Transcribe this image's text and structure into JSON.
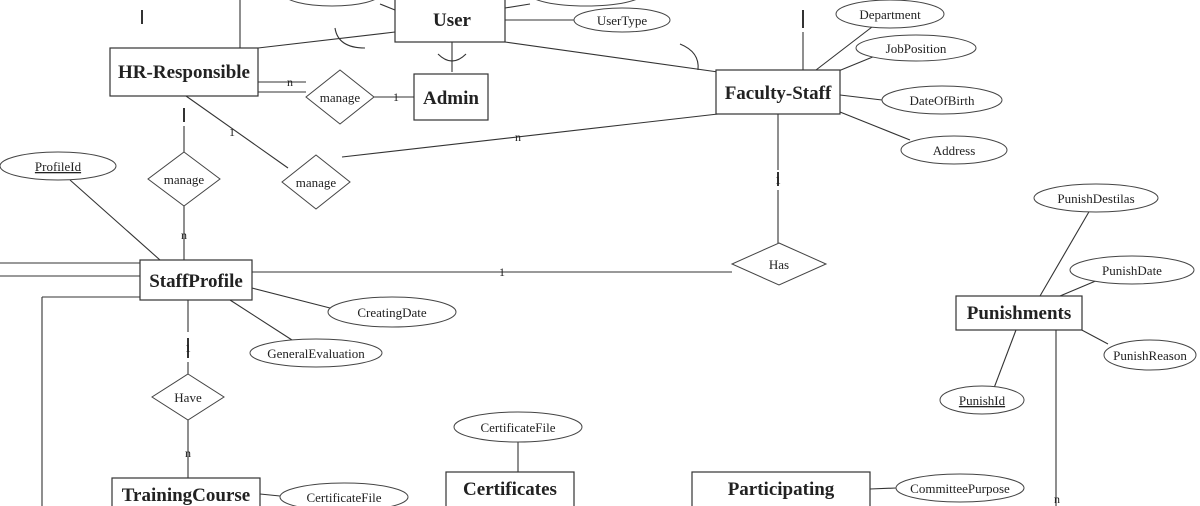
{
  "entities": {
    "user": "User",
    "hr_responsible": "HR-Responsible",
    "admin": "Admin",
    "faculty_staff": "Faculty-Staff",
    "staff_profile": "StaffProfile",
    "punishments": "Punishments",
    "training_course": "TrainingCourse",
    "certificates": "Certificates",
    "participating": "Participating"
  },
  "attributes": {
    "user_type": "UserType",
    "department": "Department",
    "job_position": "JobPosition",
    "date_of_birth": "DateOfBirth",
    "address": "Address",
    "profile_id": "ProfileId",
    "creating_date": "CreatingDate",
    "general_evaluation": "GeneralEvaluation",
    "punish_details": "PunishDestilas",
    "punish_date": "PunishDate",
    "punish_reason": "PunishReason",
    "punish_id": "PunishId",
    "certificate_file_cert": "CertificateFile",
    "certificate_file_course": "CertificateFile",
    "committee_purpose": "CommitteePurpose"
  },
  "relationships": {
    "manage_admin": "manage",
    "manage_profile": "manage",
    "manage_faculty": "manage",
    "has": "Has",
    "have": "Have"
  },
  "cardinalities": {
    "hr_manage_admin": "n",
    "admin_manage": "1",
    "hr_manage_faculty": "1",
    "faculty_manage": "n",
    "manage_profile_n": "n",
    "faculty_has": "1",
    "profile_has": "1",
    "profile_have": "1",
    "have_course": "n",
    "punish_n": "n"
  }
}
